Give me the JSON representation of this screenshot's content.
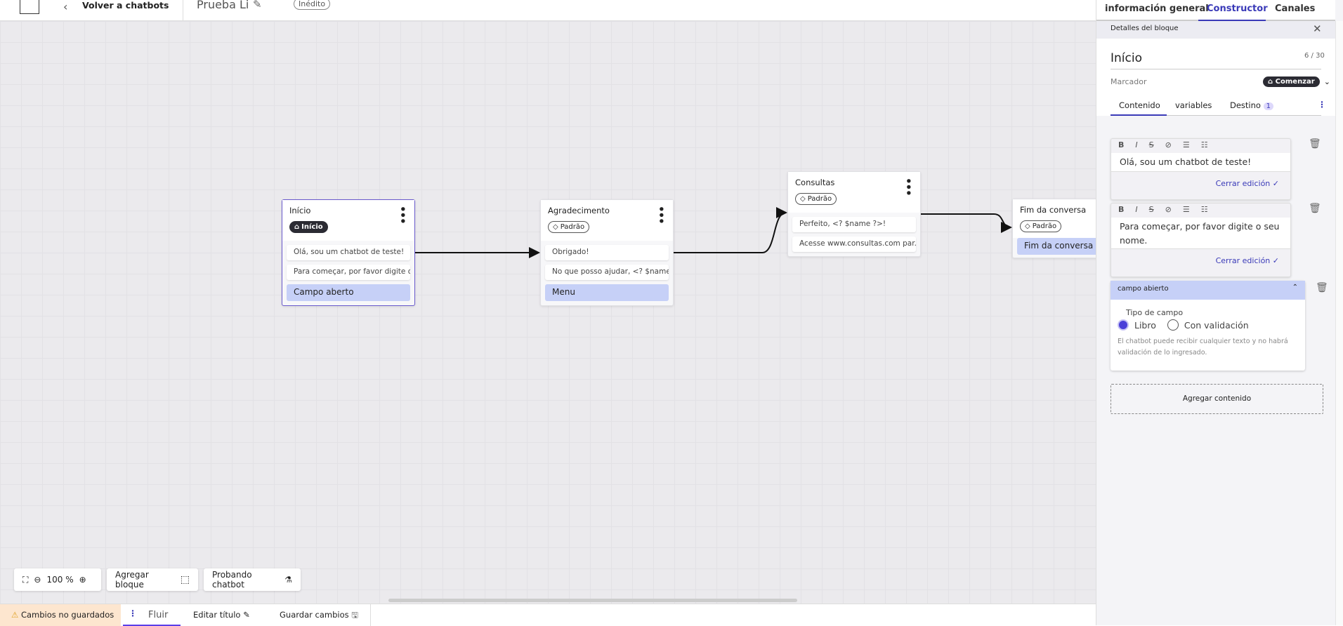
{
  "header": {
    "back_label": "Volver a chatbots",
    "title": "Prueba Li",
    "status_badge": "Inédito"
  },
  "top_tabs": [
    {
      "label": "información general"
    },
    {
      "label": "Constructor",
      "active": true
    },
    {
      "label": "Canales"
    }
  ],
  "canvas": {
    "nodes": [
      {
        "title": "Início",
        "badge": "Início",
        "badge_type": "start",
        "items": [
          "Olá, sou um chatbot de teste!",
          "Para começar, por favor digite o ..."
        ],
        "action": "Campo aberto"
      },
      {
        "title": "Agradecimento",
        "badge": "Padrão",
        "items": [
          "Obrigado!",
          "No que posso ajudar, <? $name ..."
        ],
        "action": "Menu"
      },
      {
        "title": "Consultas",
        "badge": "Padrão",
        "items": [
          "Perfeito, <? $name ?>!",
          "Acesse www.consultas.com par..."
        ]
      },
      {
        "title": "Fim da conversa",
        "badge": "Padrão",
        "items": [],
        "action": "Fim da conversa"
      }
    ],
    "toolbar": {
      "zoom": "100 %",
      "add_block": "Agregar bloque",
      "test": "Probando chatbot"
    }
  },
  "bottom_bar": {
    "unsaved": "Cambios no guardados",
    "flow_tab": "Fluir",
    "edit_title": "Editar título",
    "save": "Guardar cambios"
  },
  "panel": {
    "header": "Detalles del bloque",
    "name": "Início",
    "char_count": "6 / 30",
    "marker_label": "Marcador",
    "marker_value": "Comenzar",
    "tabs": [
      {
        "label": "Contenido",
        "active": true
      },
      {
        "label": "variables"
      },
      {
        "label": "Destino",
        "count": "1"
      }
    ],
    "editors": [
      {
        "text": "Olá, sou um chatbot de teste!",
        "close": "Cerrar edición"
      },
      {
        "text": "Para começar, por favor digite o seu nome.",
        "close": "Cerrar edición"
      }
    ],
    "field": {
      "title": "campo abierto",
      "type_label": "Tipo de campo",
      "options": [
        "Libro",
        "Con validación"
      ],
      "selected": "Libro",
      "help": "El chatbot puede recibir cualquier texto y no habrá validación de lo ingresado."
    },
    "add_content": "Agregar contenido"
  },
  "colors": {
    "accent": "#3a3ab8",
    "selected_item": "#c6d0f7",
    "warning_bg": "#fde6cf"
  }
}
